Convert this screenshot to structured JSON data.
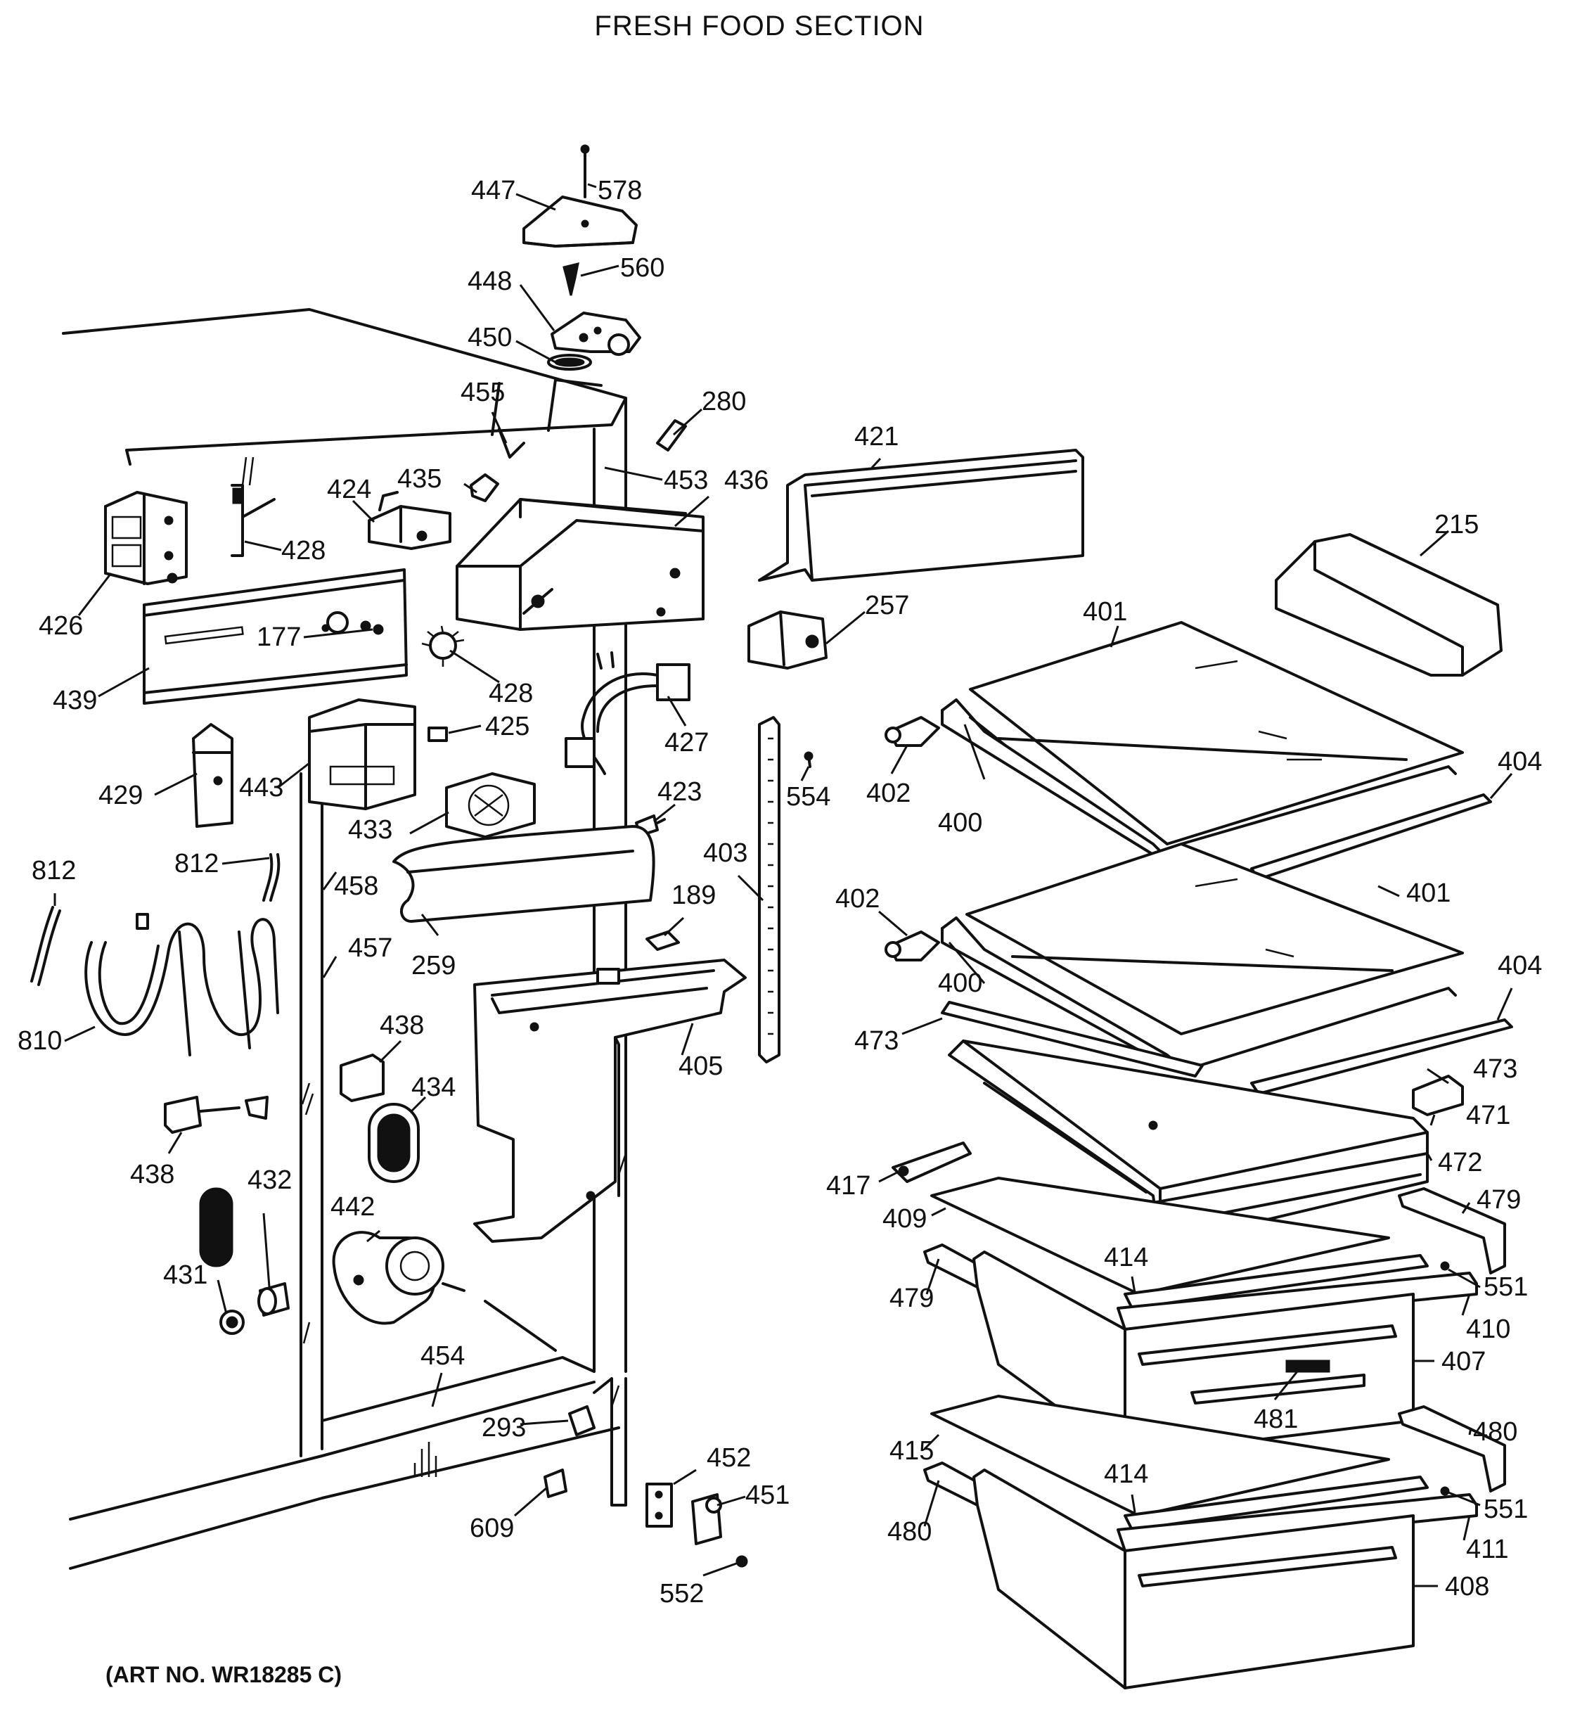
{
  "title": "FRESH FOOD SECTION",
  "art_number": "(ART NO. WR18285 C)",
  "callouts": [
    "578",
    "447",
    "560",
    "448",
    "450",
    "455",
    "280",
    "435",
    "424",
    "453",
    "436",
    "421",
    "215",
    "426",
    "428",
    "177",
    "439",
    "428",
    "257",
    "401",
    "425",
    "427",
    "429",
    "443",
    "554",
    "402",
    "404",
    "400",
    "433",
    "423",
    "403",
    "812",
    "812",
    "458",
    "189",
    "401",
    "402",
    "400",
    "404",
    "810",
    "457",
    "259",
    "405",
    "473",
    "473",
    "471",
    "438",
    "434",
    "438",
    "472",
    "432",
    "417",
    "442",
    "479",
    "409",
    "431",
    "414",
    "551",
    "479",
    "410",
    "407",
    "454",
    "481",
    "293",
    "480",
    "415",
    "452",
    "414",
    "551",
    "451",
    "480",
    "411",
    "609",
    "408",
    "552"
  ]
}
